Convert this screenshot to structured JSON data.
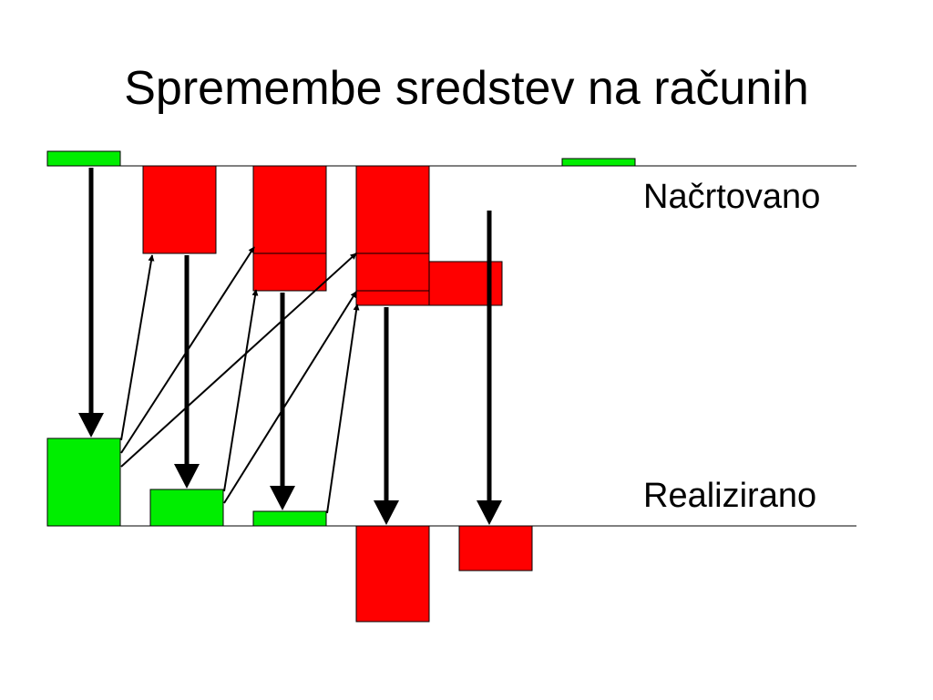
{
  "title": "Spremembe sredstev na računih",
  "labels": {
    "planned": "Načrtovano",
    "realized": "Realizirano"
  },
  "colors": {
    "positive": "#00ee00",
    "negative": "#ff0000",
    "lines": "#000000"
  }
}
